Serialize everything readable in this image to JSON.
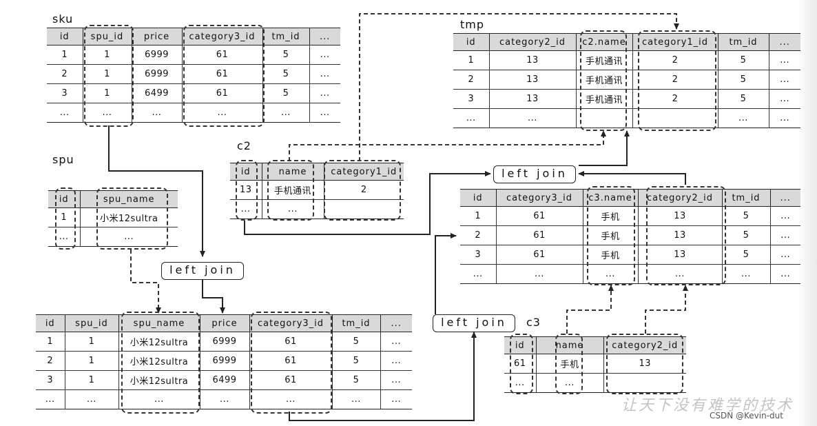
{
  "sku": {
    "label": "sku",
    "headers": [
      "id",
      "spu_id",
      "price",
      "category3_id",
      "tm_id",
      "..."
    ],
    "rows": [
      [
        "1",
        "1",
        "6999",
        "61",
        "5",
        "..."
      ],
      [
        "2",
        "1",
        "6999",
        "61",
        "5",
        "..."
      ],
      [
        "3",
        "1",
        "6499",
        "61",
        "5",
        "..."
      ],
      [
        "...",
        "...",
        "...",
        "...",
        "...",
        "..."
      ]
    ]
  },
  "spu": {
    "label": "spu",
    "headers": [
      "id",
      "spu_name"
    ],
    "rows": [
      [
        "1",
        "小米12sultra"
      ],
      [
        "...",
        "..."
      ]
    ]
  },
  "sku_spu": {
    "headers": [
      "id",
      "spu_id",
      "spu_name",
      "price",
      "category3_id",
      "tm_id",
      "..."
    ],
    "rows": [
      [
        "1",
        "1",
        "小米12sultra",
        "6999",
        "61",
        "5",
        "..."
      ],
      [
        "2",
        "1",
        "小米12sultra",
        "6999",
        "61",
        "5",
        "..."
      ],
      [
        "3",
        "1",
        "小米12sultra",
        "6499",
        "61",
        "5",
        "..."
      ],
      [
        "...",
        "...",
        "...",
        "...",
        "...",
        "...",
        "..."
      ]
    ]
  },
  "c2": {
    "label": "c2",
    "headers": [
      "id",
      "name",
      "category1_id"
    ],
    "rows": [
      [
        "13",
        "手机通讯",
        "2"
      ],
      [
        "...",
        "...",
        ""
      ]
    ]
  },
  "tmp": {
    "label": "tmp",
    "headers": [
      "id",
      "category2_id",
      "c2.name",
      "category1_id",
      "tm_id",
      "..."
    ],
    "rows": [
      [
        "1",
        "13",
        "手机通讯",
        "2",
        "5",
        "..."
      ],
      [
        "2",
        "13",
        "手机通讯",
        "2",
        "5",
        "..."
      ],
      [
        "3",
        "13",
        "手机通讯",
        "2",
        "5",
        "..."
      ],
      [
        "...",
        "...",
        "",
        "",
        "...",
        "..."
      ]
    ]
  },
  "mid": {
    "headers": [
      "id",
      "category3_id",
      "c3.name",
      "category2_id",
      "tm_id",
      "..."
    ],
    "rows": [
      [
        "1",
        "61",
        "手机",
        "13",
        "5",
        "..."
      ],
      [
        "2",
        "61",
        "手机",
        "13",
        "5",
        "..."
      ],
      [
        "3",
        "61",
        "手机",
        "13",
        "5",
        "..."
      ],
      [
        "...",
        "...",
        "...",
        "...",
        "...",
        "..."
      ]
    ]
  },
  "c3": {
    "label": "c3",
    "headers": [
      "id",
      "name",
      "category2_id"
    ],
    "rows": [
      [
        "61",
        "手机",
        "13"
      ],
      [
        "...",
        "...",
        ""
      ]
    ]
  },
  "joins": {
    "join1": "left join",
    "join2": "left join",
    "join3": "left join"
  },
  "watermark": "让天下没有难学的技术",
  "credit": "CSDN @Kevin-dut"
}
